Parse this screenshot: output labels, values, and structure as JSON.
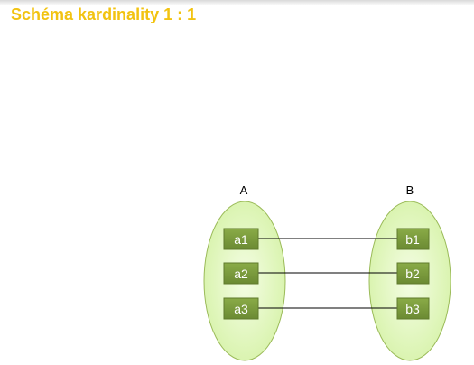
{
  "title": "Schéma kardinality 1 : 1",
  "set_a": {
    "label": "A",
    "elements": [
      "a1",
      "a2",
      "a3"
    ]
  },
  "set_b": {
    "label": "B",
    "elements": [
      "b1",
      "b2",
      "b3"
    ]
  },
  "mappings": [
    {
      "from": "a1",
      "to": "b1"
    },
    {
      "from": "a2",
      "to": "b2"
    },
    {
      "from": "a3",
      "to": "b3"
    }
  ],
  "colors": {
    "title": "#f2c311",
    "ellipse_fill": "#d5f2a6",
    "ellipse_stroke": "#9bbb59",
    "box_fill": "#77933c",
    "box_stroke": "#5f7a2c",
    "line": "#000000"
  }
}
